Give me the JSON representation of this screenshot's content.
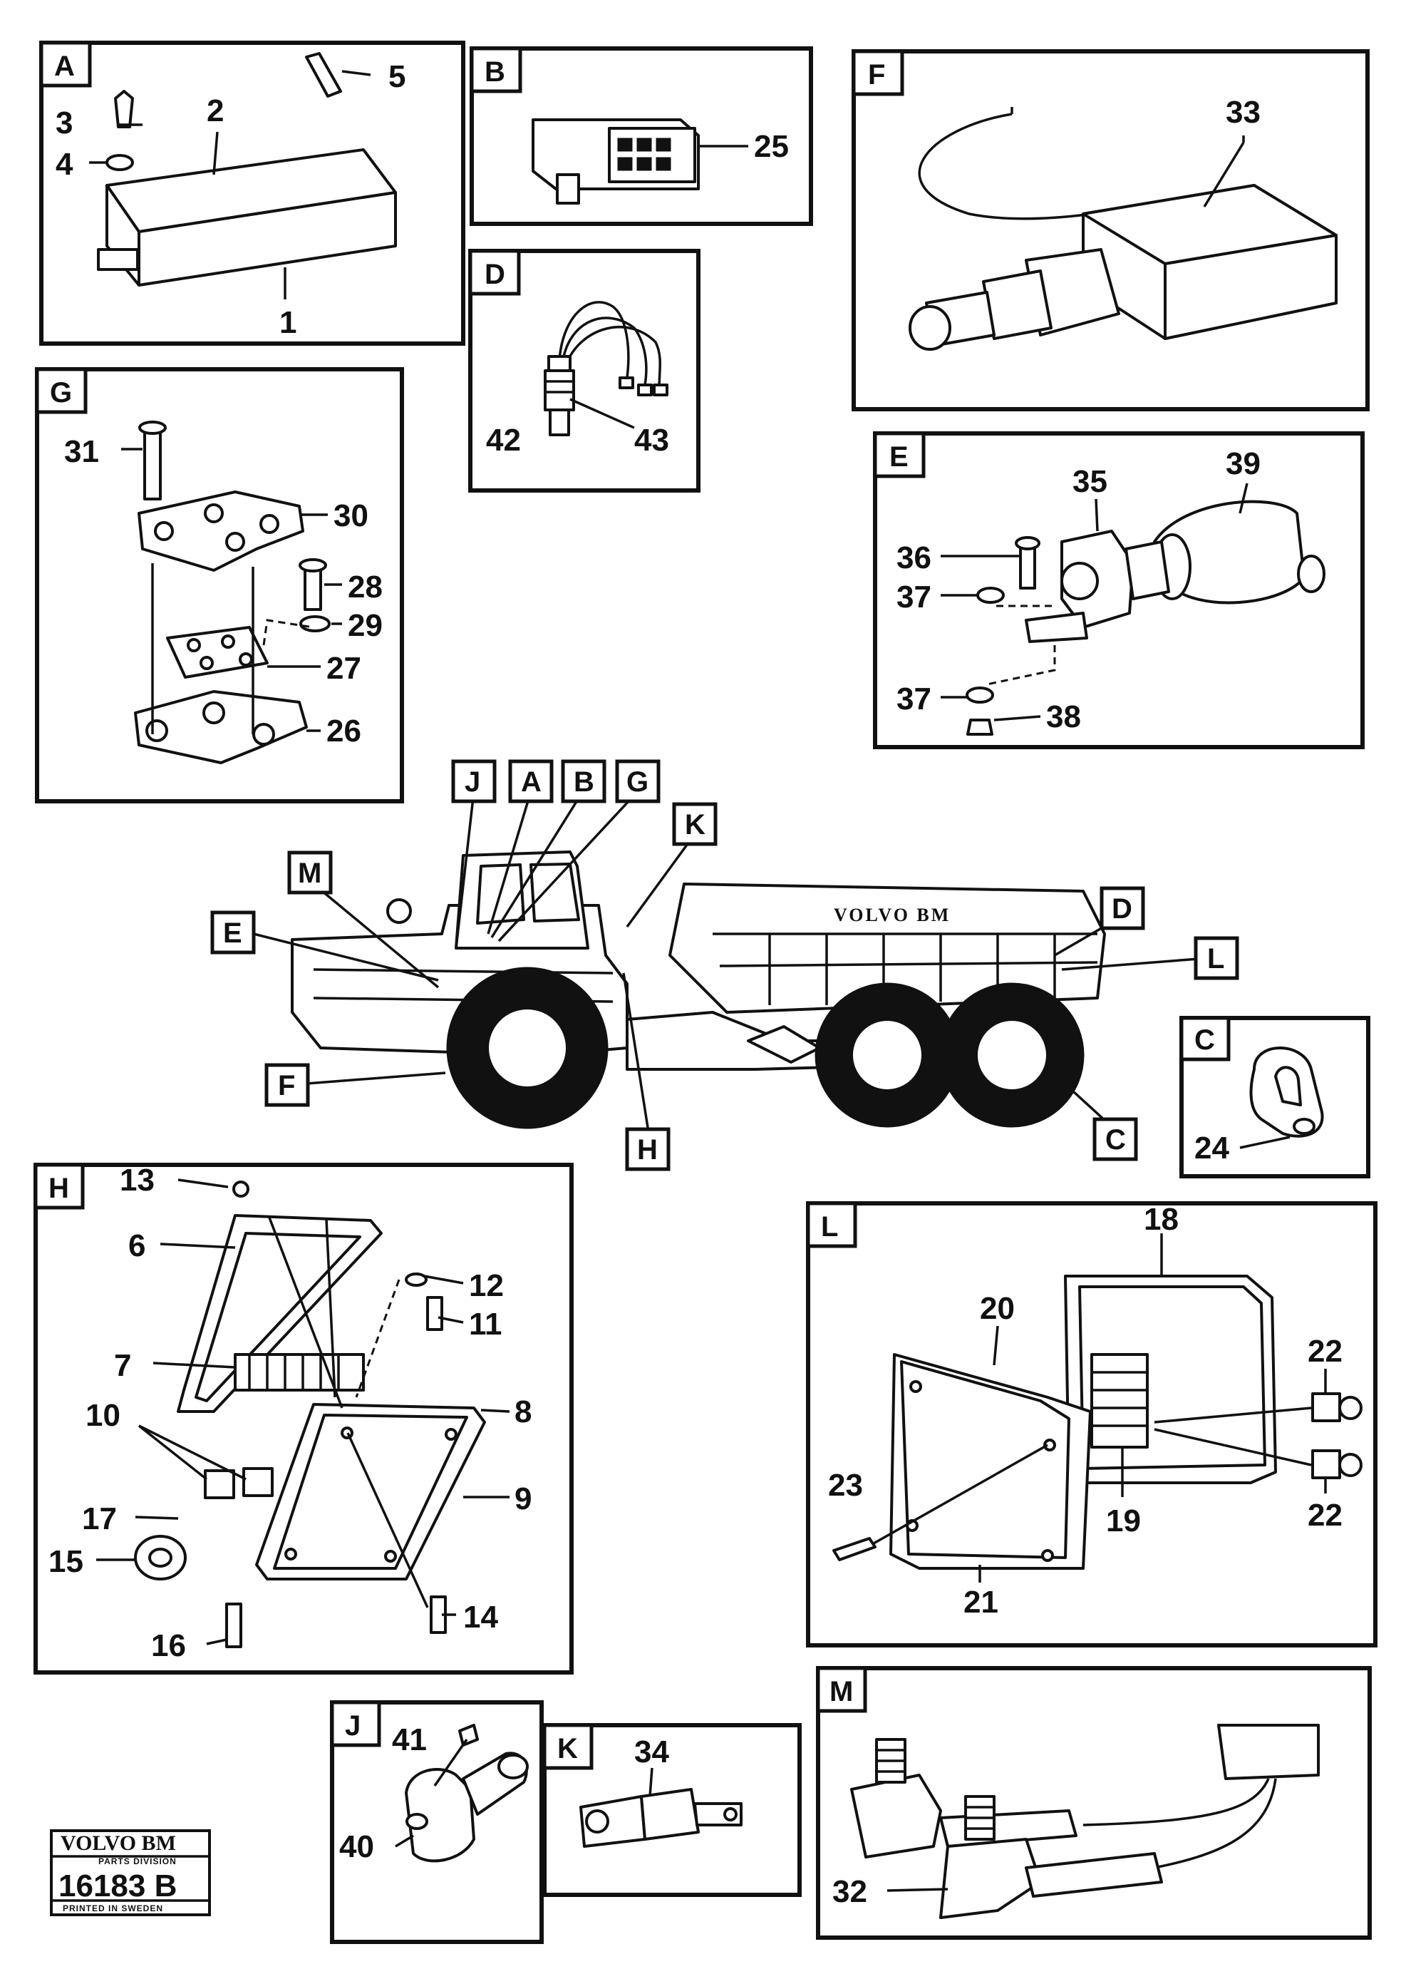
{
  "panels": {
    "A": {
      "letter": "A",
      "callouts": [
        "5",
        "3",
        "2",
        "4",
        "1"
      ]
    },
    "B": {
      "letter": "B",
      "callouts": [
        "25"
      ]
    },
    "F": {
      "letter": "F",
      "callouts": [
        "33"
      ]
    },
    "D": {
      "letter": "D",
      "callouts": [
        "42",
        "43"
      ]
    },
    "G": {
      "letter": "G",
      "callouts": [
        "31",
        "30",
        "28",
        "29",
        "27",
        "26"
      ]
    },
    "E": {
      "letter": "E",
      "callouts": [
        "35",
        "39",
        "36",
        "37",
        "37",
        "38"
      ]
    },
    "C": {
      "letter": "C",
      "callouts": [
        "24"
      ]
    },
    "H": {
      "letter": "H",
      "callouts": [
        "13",
        "6",
        "12",
        "11",
        "7",
        "8",
        "10",
        "9",
        "17",
        "15",
        "14",
        "16"
      ]
    },
    "L": {
      "letter": "L",
      "callouts": [
        "18",
        "20",
        "22",
        "23",
        "19",
        "22",
        "21"
      ]
    },
    "M": {
      "letter": "M",
      "callouts": [
        "32"
      ]
    },
    "J": {
      "letter": "J",
      "callouts": [
        "41",
        "40"
      ]
    },
    "K": {
      "letter": "K",
      "callouts": [
        "34"
      ]
    }
  },
  "truck": {
    "brand_text": "VOLVO BM",
    "location_tags": [
      "J",
      "A",
      "B",
      "G",
      "K",
      "M",
      "E",
      "D",
      "L",
      "F",
      "H",
      "C"
    ]
  },
  "logo": {
    "brand": "VOLVO BM",
    "division": "PARTS DIVISION",
    "number": "16183 B",
    "printed": "PRINTED IN SWEDEN"
  }
}
